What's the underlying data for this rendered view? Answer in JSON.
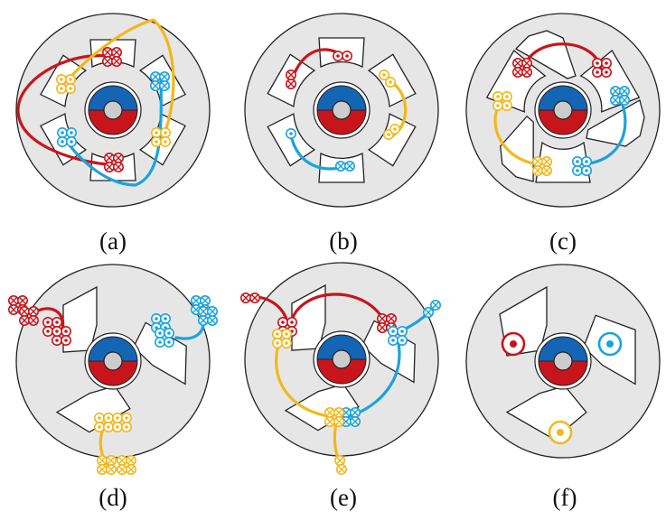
{
  "colors": {
    "phase_red": "#c8151c",
    "phase_yellow": "#f2b81b",
    "phase_blue": "#1aa3dd",
    "rotor_north": "#1565b5",
    "rotor_south": "#c8151c",
    "shaft": "#cccccc",
    "stator_fill": "#e6e6e6"
  },
  "panels": [
    {
      "id": "a",
      "label": "(a)",
      "slots": 6,
      "winding": "conductor-bundles-with-end-turns"
    },
    {
      "id": "b",
      "label": "(b)",
      "slots": 6,
      "winding": "single-conductor-pairs"
    },
    {
      "id": "c",
      "label": "(c)",
      "slots": 3,
      "winding": "conductor-bundles-with-end-turns"
    },
    {
      "id": "d",
      "label": "(d)",
      "slots": 3,
      "winding": "bundles-with-external-leads"
    },
    {
      "id": "e",
      "label": "(e)",
      "slots": 3,
      "winding": "bundles-with-crossing-leads"
    },
    {
      "id": "f",
      "label": "(f)",
      "slots": 3,
      "winding": "single-conductor-per-slot"
    }
  ]
}
